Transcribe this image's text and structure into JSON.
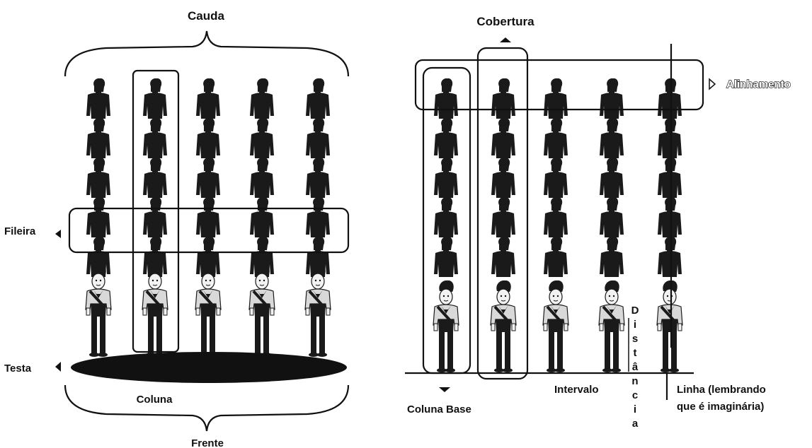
{
  "left_diagram": {
    "label_top": "Cauda",
    "label_row": "Fileira",
    "label_front_row": "Testa",
    "label_column": "Coluna",
    "label_bottom": "Frente"
  },
  "right_diagram": {
    "label_cover": "Cobertura",
    "label_alignment": "Alinhamento",
    "label_base_column": "Coluna Base",
    "label_interval": "Interval",
    "label_interval_suffix": "o",
    "label_distance_letters": [
      "D",
      "i",
      "s",
      "t",
      "â",
      "n",
      "c",
      "i",
      "a"
    ],
    "label_line_1": "Linha (lembrando",
    "label_line_2": "que é imaginária)"
  },
  "colors": {
    "ink": "#111111",
    "figure_fill": "#1a1a1a",
    "scout_shirt": "#d9d9d9",
    "scout_face": "#f2f2f2"
  },
  "icons": [
    "marker-triangle-left",
    "marker-triangle-up",
    "marker-triangle-down",
    "marker-triangle-right-outline",
    "person-silhouette",
    "scout-figure"
  ]
}
